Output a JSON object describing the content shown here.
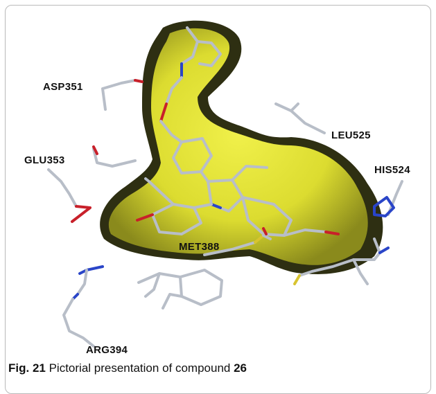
{
  "figure": {
    "residues": [
      {
        "id": "asp351",
        "label": "ASP351"
      },
      {
        "id": "leu525",
        "label": "LEU525"
      },
      {
        "id": "glu353",
        "label": "GLU353"
      },
      {
        "id": "his524",
        "label": "HIS524"
      },
      {
        "id": "met388",
        "label": "MET388"
      },
      {
        "id": "arg394",
        "label": "ARG394"
      }
    ],
    "colors": {
      "surface": "#e6e63a",
      "surface_shadow": "#2e2f12",
      "stick_carbon": "#b8bec8",
      "nitrogen": "#2a45c8",
      "oxygen": "#c8202a",
      "sulfur": "#d8c430"
    }
  },
  "caption": {
    "figure_number": "Fig. 21",
    "text": "Pictorial presentation of compound",
    "compound": "26"
  }
}
